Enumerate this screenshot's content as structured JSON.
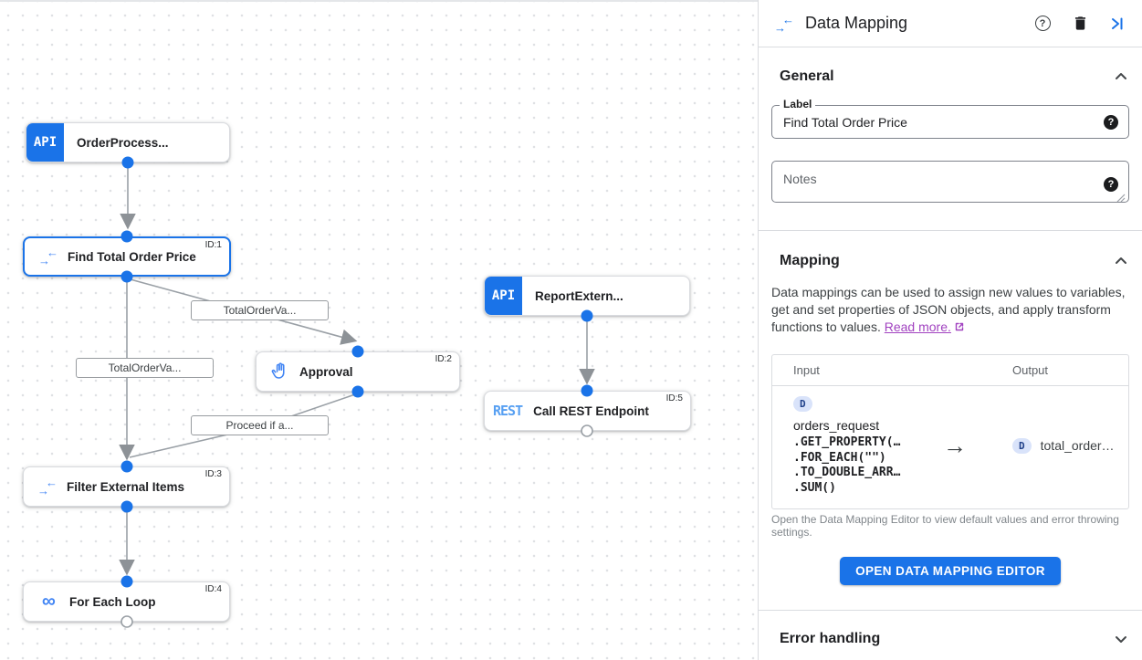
{
  "icons": {
    "arrow_left": "←",
    "arrow_right": "→",
    "infinity": "∞",
    "question_mark": "?"
  },
  "canvas": {
    "nodes": [
      {
        "badge": "API",
        "label": "OrderProcess..."
      },
      {
        "id": "ID:1",
        "label": "Find Total Order Price"
      },
      {
        "badge": "API",
        "label": "ReportExtern..."
      },
      {
        "id": "ID:2",
        "label": "Approval"
      },
      {
        "badge": "REST",
        "id": "ID:5",
        "label": "Call REST Endpoint"
      },
      {
        "id": "ID:3",
        "label": "Filter External Items"
      },
      {
        "id": "ID:4",
        "label": "For Each Loop"
      }
    ],
    "edge_labels": [
      {
        "text": "TotalOrderVa..."
      },
      {
        "text": "TotalOrderVa..."
      },
      {
        "text": "Proceed if a..."
      }
    ]
  },
  "panel": {
    "title": "Data Mapping",
    "general": {
      "title": "General",
      "label_field": {
        "label": "Label",
        "value": "Find Total Order Price"
      },
      "notes_field": {
        "placeholder": "Notes"
      }
    },
    "mapping": {
      "title": "Mapping",
      "description": "Data mappings can be used to assign new values to variables, get and set properties of JSON objects, and apply transform functions to values.",
      "read_more_label": "Read more.",
      "table": {
        "input_header": "Input",
        "output_header": "Output",
        "input": {
          "badge": "D",
          "variable": "orders_request",
          "functions": [
            ".GET_PROPERTY(…",
            ".FOR_EACH(\"\")",
            ".TO_DOUBLE_ARR…",
            ".SUM()"
          ]
        },
        "output": {
          "badge": "D",
          "variable": "total_order…"
        }
      },
      "caption": "Open the Data Mapping Editor to view default values and error throwing settings.",
      "button_label": "OPEN DATA MAPPING EDITOR"
    },
    "error_handling": {
      "title": "Error handling"
    },
    "colors": {
      "accent_blue": "#1a73e8",
      "icon_blue": "#4285f4",
      "link_purple": "#a142c0"
    }
  }
}
